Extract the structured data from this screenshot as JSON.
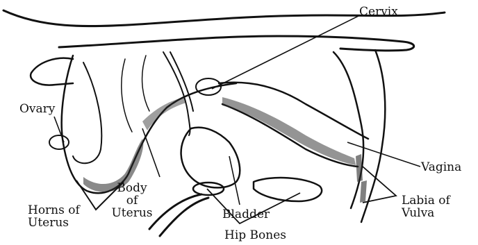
{
  "labels": {
    "cervix": "Cervix",
    "ovary": "Ovary",
    "vagina": "Vagina",
    "horns_of_uterus": "Horns of\nUterus",
    "body_of_uterus": "Body\nof\nUterus",
    "bladder": "Bladder",
    "hip_bones": "Hip Bones",
    "labia_of_vulva": "Labia of\nVulva"
  },
  "colors": {
    "ink": "#111111",
    "shade": "#2a2a2a",
    "background": "#ffffff"
  }
}
